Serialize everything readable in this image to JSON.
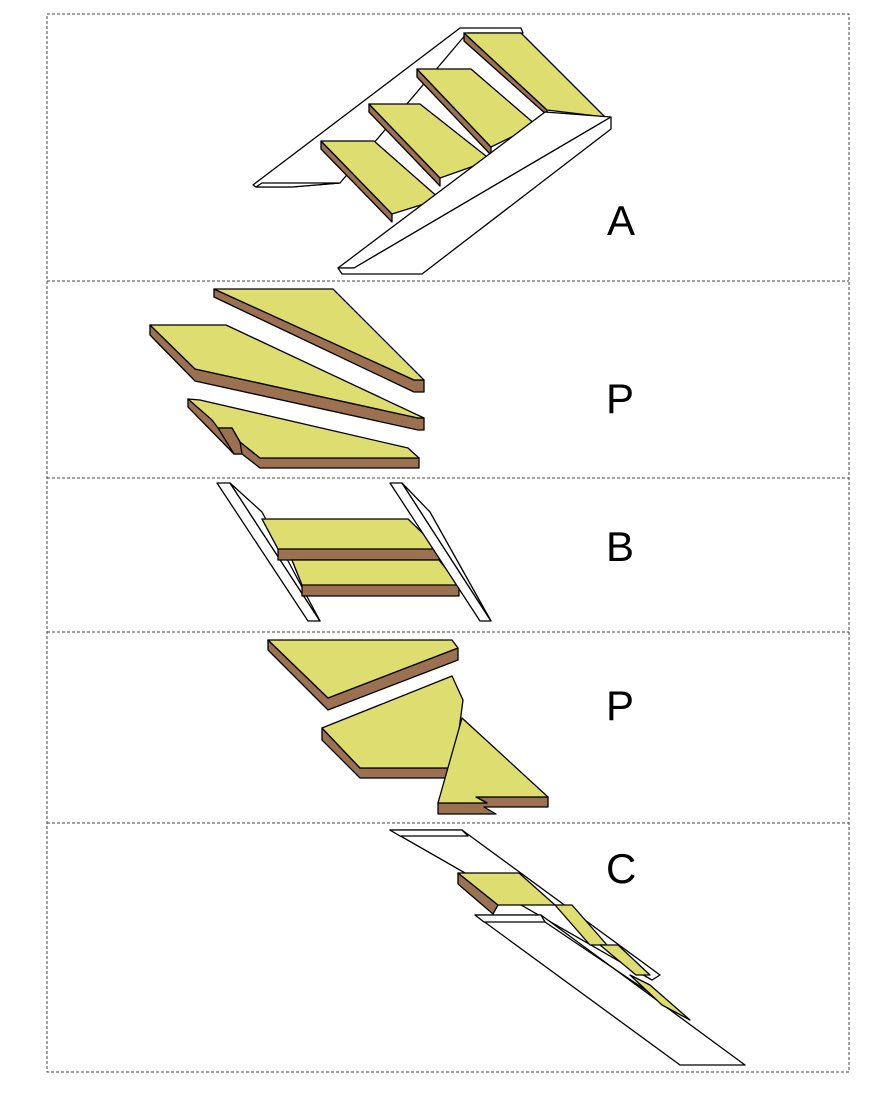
{
  "colors": {
    "tread_top": "#dddd70",
    "tread_edge": "#9c7152",
    "stringer": "#ffffff",
    "outline": "#000000",
    "frame": "#444444",
    "background": "#ffffff"
  },
  "sections": [
    {
      "id": "section-a",
      "label": "A"
    },
    {
      "id": "section-p-top",
      "label": "P"
    },
    {
      "id": "section-b",
      "label": "B"
    },
    {
      "id": "section-p-bottom",
      "label": "P"
    },
    {
      "id": "section-c",
      "label": "C"
    }
  ]
}
